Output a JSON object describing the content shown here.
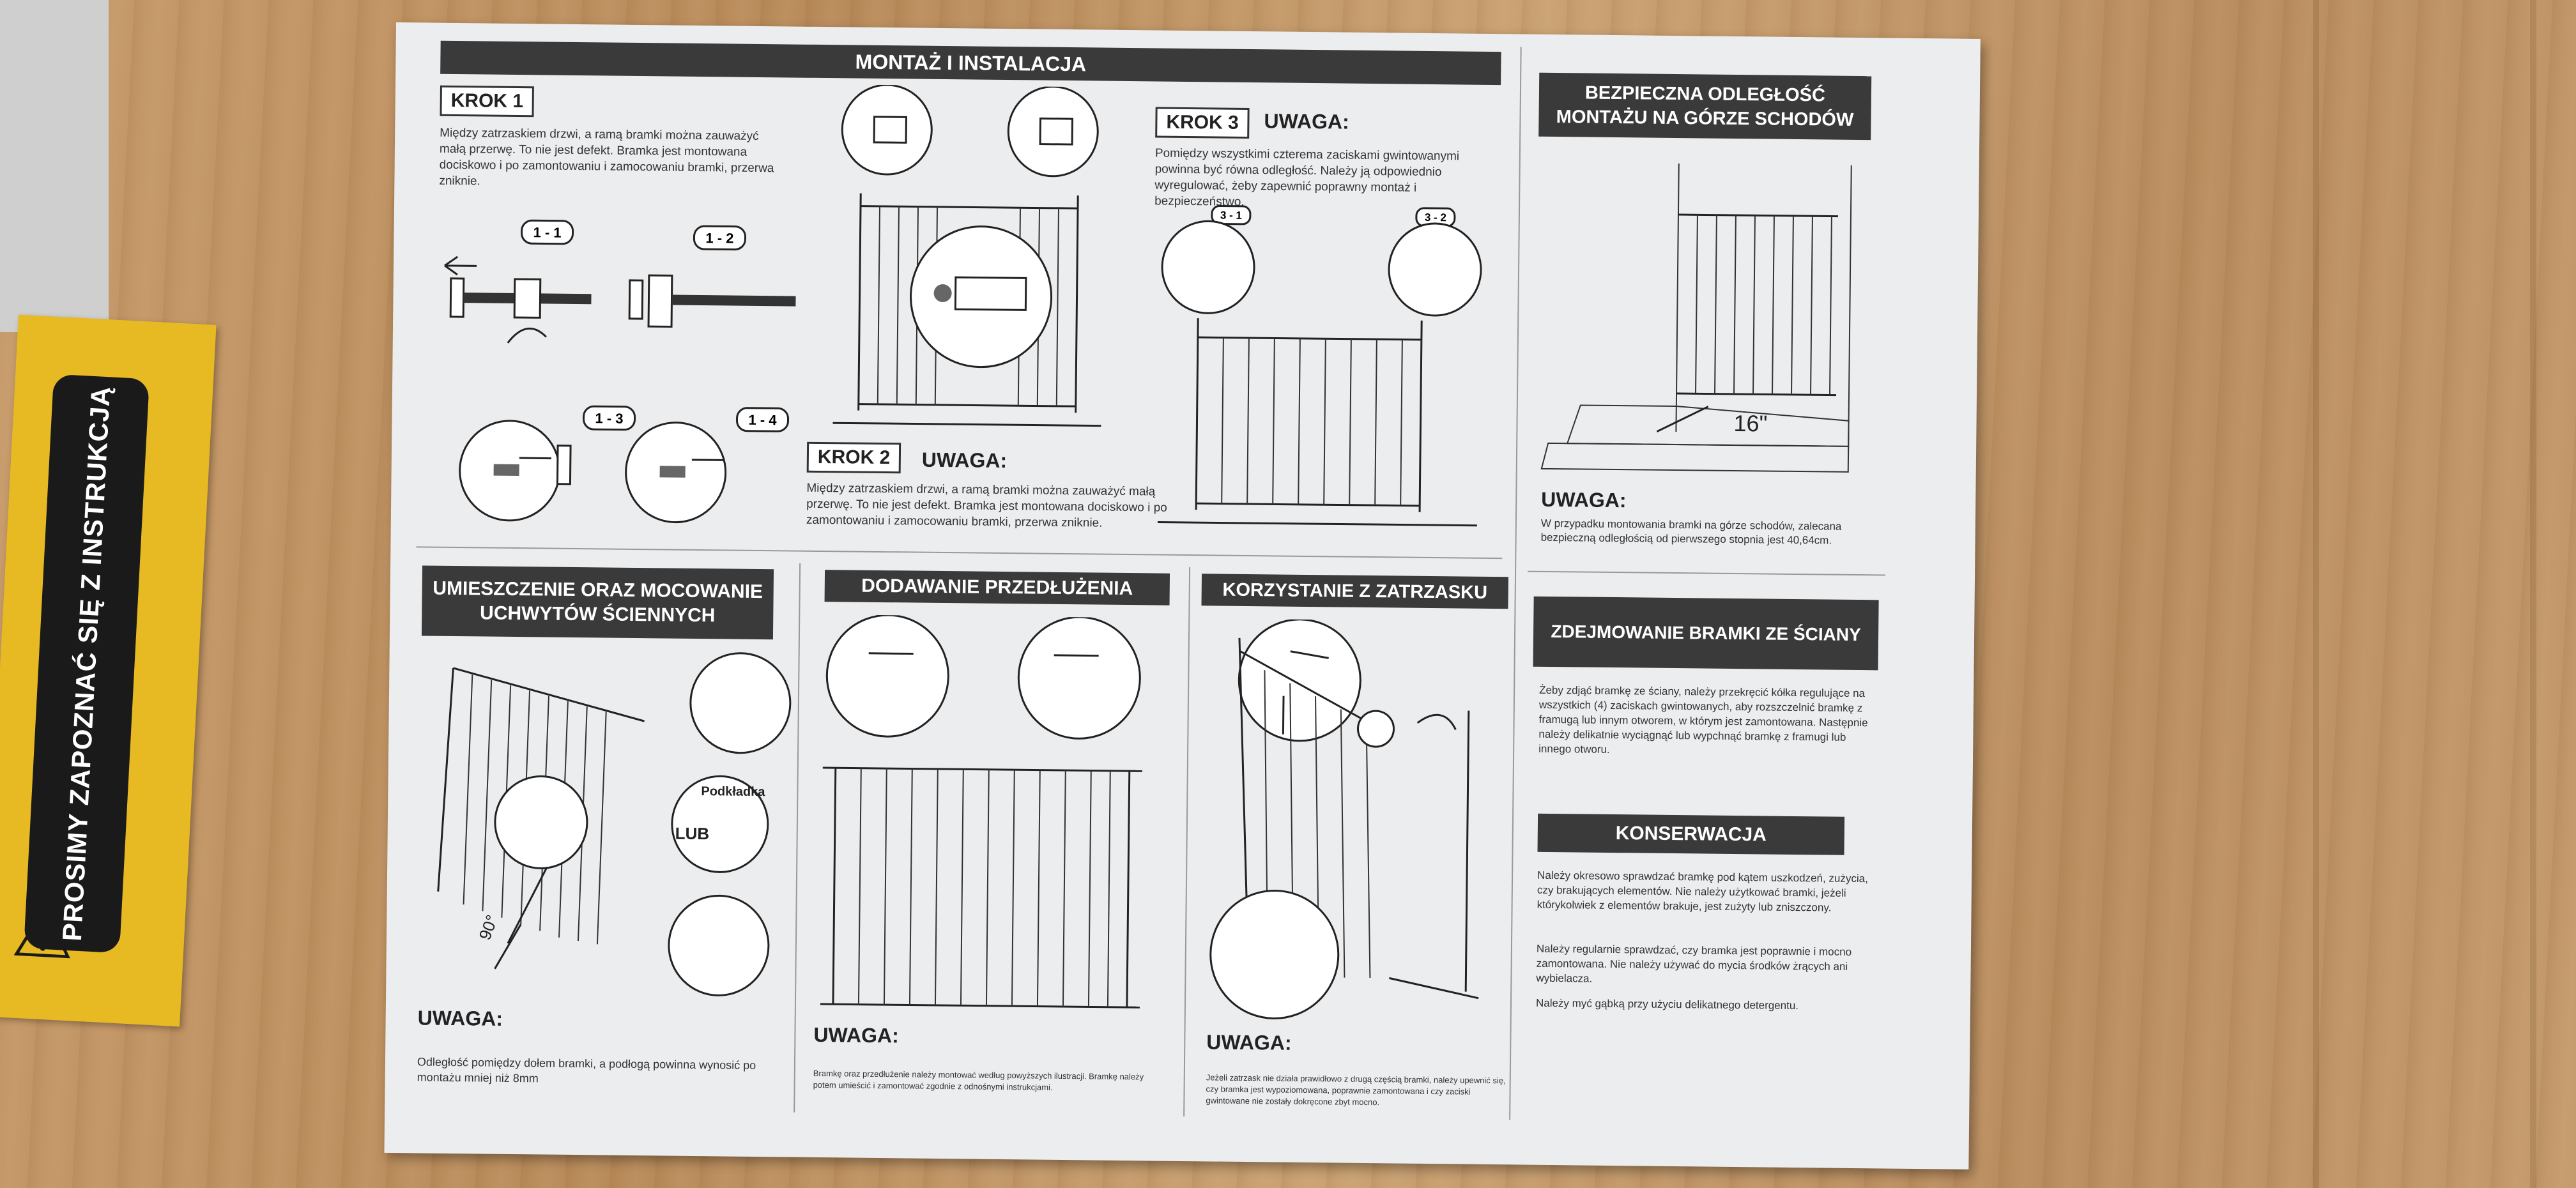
{
  "booklet": {
    "text": "PROSIMY ZAPOZNAĆ SIĘ Z INSTRUKCJĄ"
  },
  "header_main": "MONTAŻ I INSTALACJA",
  "header_safe": "BEZPIECZNA ODLEGŁOŚĆ MONTAŻU NA GÓRZE SCHODÓW",
  "krok1": {
    "label": "KROK 1",
    "text": "Między zatrzaskiem drzwi, a ramą bramki można zauważyć małą przerwę. To nie jest defekt. Bramka jest montowana dociskowo i po zamontowaniu i zamocowaniu bramki, przerwa zniknie.",
    "steps": [
      "1 - 1",
      "1 - 2",
      "1 - 3",
      "1 - 4"
    ]
  },
  "krok2": {
    "label": "KROK 2",
    "uwaga": "UWAGA:",
    "text": "Między zatrzaskiem drzwi, a ramą bramki można zauważyć małą przerwę. To nie jest defekt. Bramka jest montowana dociskowo i po zamontowaniu i zamocowaniu bramki, przerwa zniknie."
  },
  "krok3": {
    "label": "KROK 3",
    "uwaga": "UWAGA:",
    "text": "Pomiędzy wszystkimi czterema zaciskami gwintowanymi powinna być równa odległość. Należy ją odpowiednio wyregulować, żeby zapewnić poprawny montaż i bezpieczeństwo.",
    "steps": [
      "3 - 1",
      "3 - 2"
    ]
  },
  "safe": {
    "distance": "16\"",
    "uwaga": "UWAGA:",
    "text": "W przypadku montowania bramki na górze schodów, zalecana bezpieczną odległością od pierwszego stopnia jest 40,64cm."
  },
  "wall": {
    "header": "UMIESZCZENIE ORAZ MOCOWANIE UCHWYTÓW ŚCIENNYCH",
    "angle": "90°",
    "or": "LUB",
    "washer": "Podkładka",
    "uwaga": "UWAGA:",
    "text": "Odległość pomiędzy dołem bramki, a podłogą powinna wynosić po montażu mniej niż 8mm"
  },
  "ext": {
    "header": "DODAWANIE PRZEDŁUŻENIA",
    "uwaga": "UWAGA:",
    "text": "Bramkę oraz przedłużenie należy montować według powyższych ilustracji. Bramkę należy potem umieścić i zamontować zgodnie z odnośnymi instrukcjami."
  },
  "latch": {
    "header": "KORZYSTANIE Z ZATRZASKU",
    "uwaga": "UWAGA:",
    "text": "Jeżeli zatrzask nie działa prawidłowo z drugą częścią bramki, należy upewnić się, czy bramka jest wypoziomowana, poprawnie zamontowana i czy zaciski gwintowane nie zostały dokręcone zbyt mocno."
  },
  "remove": {
    "header": "ZDEJMOWANIE BRAMKI ZE ŚCIANY",
    "text": "Żeby zdjąć bramkę ze ściany, należy przekręcić kółka regulujące na wszystkich (4) zaciskach gwintowanych, aby rozszczelnić bramkę z framugą lub innym otworem, w którym jest zamontowana. Następnie należy delikatnie wyciągnąć lub wypchnąć bramkę z framugi lub innego otworu."
  },
  "care": {
    "header": "KONSERWACJA",
    "p1": "Należy okresowo sprawdzać bramkę pod kątem uszkodzeń, zużycia, czy brakujących elementów. Nie należy użytkować bramki, jeżeli którykolwiek z elementów brakuje, jest zużyty lub zniszczony.",
    "p2": "Należy regularnie sprawdzać, czy bramka jest poprawnie i mocno zamontowana. Nie należy używać do mycia środków żrących ani wybielacza.",
    "p3": "Należy myć gąbką przy użyciu delikatnego detergentu."
  }
}
